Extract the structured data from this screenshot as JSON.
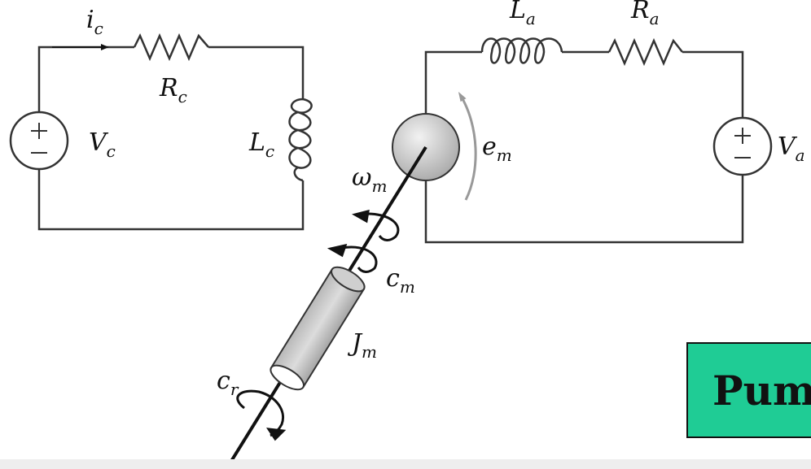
{
  "field_circuit": {
    "current_base": "i",
    "current_sub": "c",
    "resistor_base": "R",
    "resistor_sub": "c",
    "inductor_base": "L",
    "inductor_sub": "c",
    "source_base": "V",
    "source_sub": "c"
  },
  "armature_circuit": {
    "inductor_base": "L",
    "inductor_sub": "a",
    "resistor_base": "R",
    "resistor_sub": "a",
    "emf_base": "e",
    "emf_sub": "m",
    "source_base": "V",
    "source_sub": "a"
  },
  "shaft": {
    "omega_base": "ω",
    "omega_sub": "m",
    "torque_m_base": "c",
    "torque_m_sub": "m",
    "inertia_base": "J",
    "inertia_sub": "m",
    "torque_r_base": "c",
    "torque_r_sub": "r"
  },
  "pump_label": "Pum",
  "colors": {
    "pump_fill": "#1fcc95",
    "wire": "#333333",
    "rotor": "#d8d8d8",
    "emf_arrow": "#999999"
  }
}
